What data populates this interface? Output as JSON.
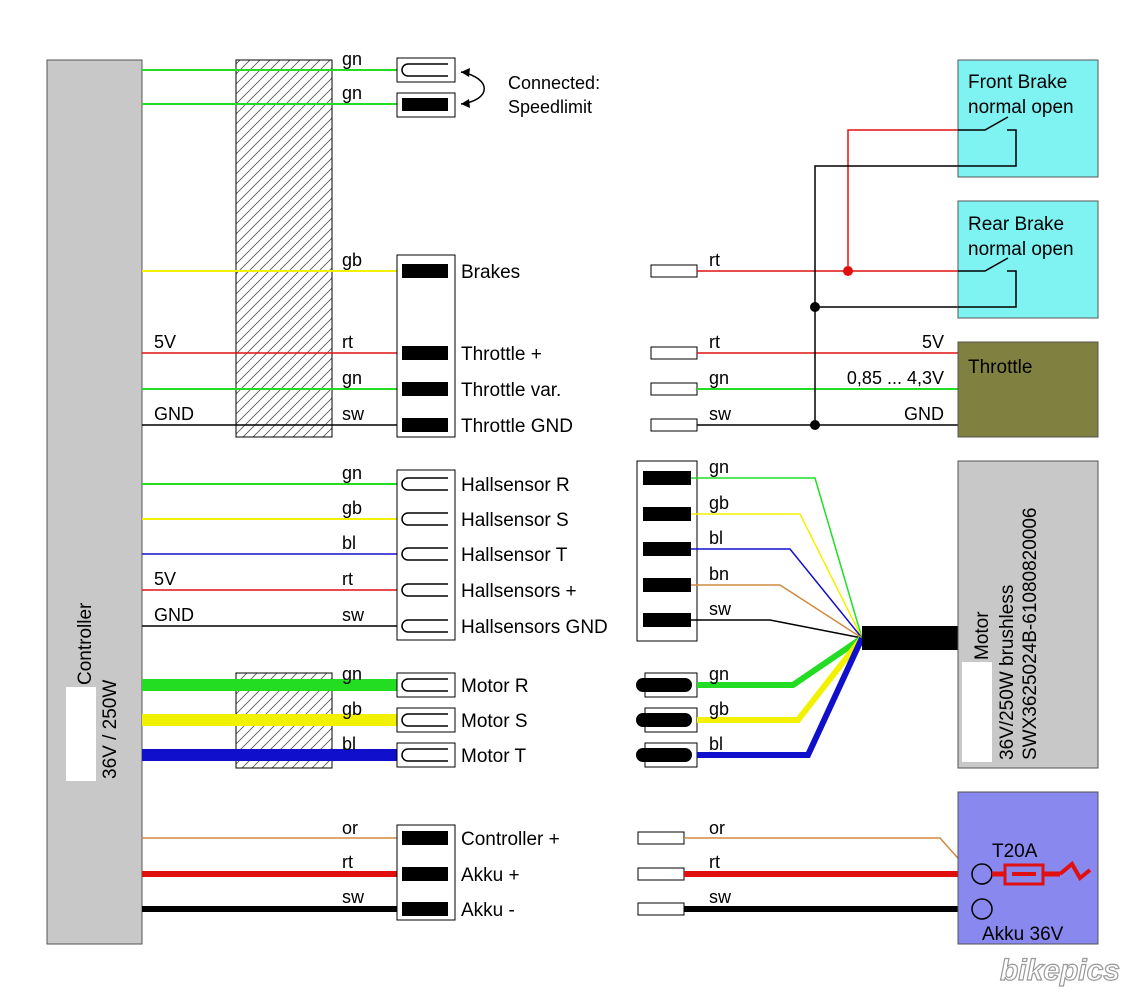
{
  "controller": {
    "title": "Controller",
    "rating": "36V / 250W"
  },
  "speedlimit": {
    "note_line1": "Connected:",
    "note_line2": "Speedlimit",
    "wire1": "gn",
    "wire2": "gn"
  },
  "left_wires": {
    "brakes": "gb",
    "throttle_plus": "rt",
    "throttle_var": "gn",
    "throttle_gnd": "sw",
    "hall_r": "gn",
    "hall_s": "gb",
    "hall_t": "bl",
    "hall_plus": "rt",
    "hall_gnd": "sw",
    "motor_r": "gn",
    "motor_s": "gb",
    "motor_t": "bl",
    "ctrl_plus": "or",
    "akku_plus": "rt",
    "akku_minus": "sw"
  },
  "voltage_labels": {
    "throttle_5v": "5V",
    "throttle_gnd": "GND",
    "hall_5v": "5V",
    "hall_gnd": "GND"
  },
  "connectors": {
    "brakes": "Brakes",
    "throttle_plus": "Throttle +",
    "throttle_var": "Throttle var.",
    "throttle_gnd": "Throttle GND",
    "hall_r": "Hallsensor R",
    "hall_s": "Hallsensor S",
    "hall_t": "Hallsensor T",
    "hall_plus": "Hallsensors +",
    "hall_gnd": "Hallsensors GND",
    "motor_r": "Motor R",
    "motor_s": "Motor S",
    "motor_t": "Motor T",
    "ctrl_plus": "Controller +",
    "akku_plus": "Akku +",
    "akku_minus": "Akku -"
  },
  "right_wires": {
    "brakes": "rt",
    "throttle_plus": "rt",
    "throttle_var": "gn",
    "throttle_gnd": "sw",
    "hall_1": "gn",
    "hall_2": "gb",
    "hall_3": "bl",
    "hall_4": "bn",
    "hall_5": "sw",
    "motor_1": "gn",
    "motor_2": "gb",
    "motor_3": "bl",
    "battery_1": "or",
    "battery_2": "rt",
    "battery_3": "sw"
  },
  "throttle_values": {
    "v5": "5V",
    "range": "0,85 ... 4,3V",
    "gnd": "GND"
  },
  "components": {
    "front_brake_line1": "Front Brake",
    "front_brake_line2": "normal open",
    "rear_brake_line1": "Rear Brake",
    "rear_brake_line2": "normal open",
    "throttle": "Throttle",
    "motor_title": "Motor",
    "motor_line2": "36V/250W brushless",
    "motor_line3": "SWX3625024B-61080820006",
    "battery_fuse": "T20A",
    "battery_label": "Akku  36V"
  },
  "watermark": "bikepics",
  "colors": {
    "green": "#22dd22",
    "yellow": "#f2f200",
    "red": "#e01010",
    "blue": "#1010cc",
    "brown": "#d08a40",
    "orange": "#d08a40",
    "black": "#000000",
    "controller_fill": "#c8c8c8",
    "brake_fill": "#7ff2f2",
    "throttle_fill": "#808040",
    "motor_fill": "#c8c8c8",
    "battery_fill": "#8888ee"
  }
}
